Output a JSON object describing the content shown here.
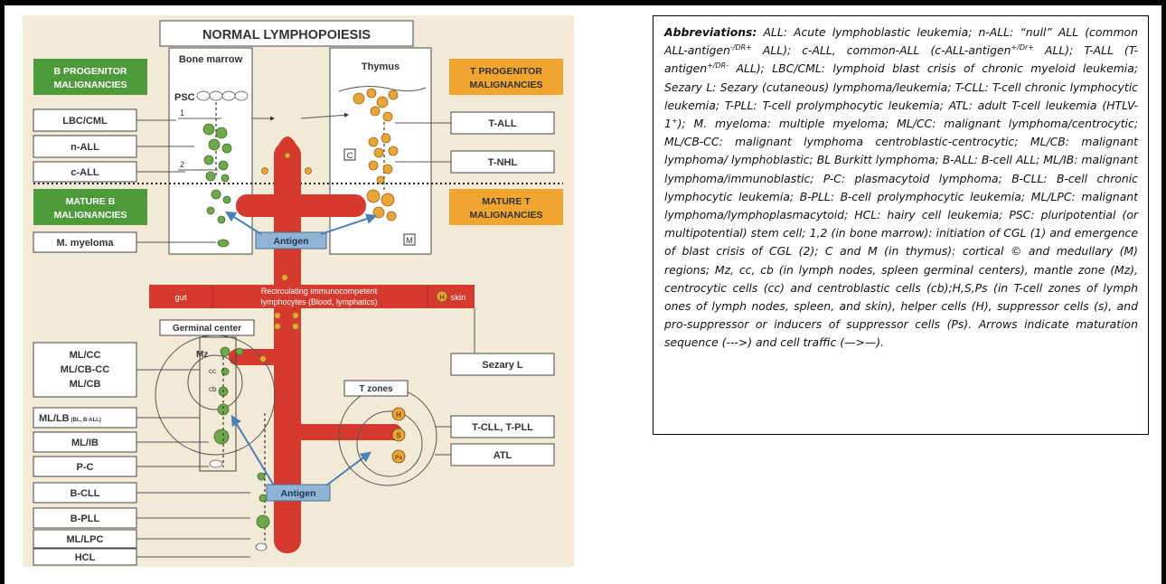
{
  "figure": {
    "title": "NORMAL LYMPHOPOIESIS",
    "bone_marrow_label": "Bone marrow",
    "thymus_label": "Thymus",
    "b_progenitor_label": "B PROGENITOR MALIGNANCIES",
    "t_progenitor_label": "T PROGENITOR MALIGNANCIES",
    "mature_b_label": "MATURE B MALIGNANCIES",
    "mature_t_label": "MATURE T MALIGNANCIES",
    "psc_label": "PSC",
    "marker_1": "1",
    "marker_2": "2",
    "marker_c": "C",
    "marker_m": "M",
    "antigen_top": "Antigen",
    "antigen_bottom": "Antigen",
    "gut_label": "gut",
    "skin_label": "skin",
    "recirc_line1": "Recirculating immunocompetent",
    "recirc_line2": "lymphocytes (Blood, lymphatics)",
    "germinal_center_label": "Germinal center",
    "t_zones_label": "T zones",
    "mz_label": "Mz",
    "cc_label": "cc",
    "cb_label": "cb",
    "h_label": "H",
    "s_label": "S",
    "ps_label": "Ps",
    "b_progenitor_items": [
      "LBC/CML",
      "n-ALL",
      "c-ALL"
    ],
    "mature_b_item": "M. myeloma",
    "germinal_items": [
      "ML/CC",
      "ML/CB-CC",
      "ML/CB"
    ],
    "mllb_main": "ML/LB",
    "mllb_sub": "(BL, B-ALL)",
    "lower_b_items": [
      "ML/IB",
      "P-C",
      "B-CLL",
      "B-PLL",
      "ML/LPC",
      "HCL"
    ],
    "t_progenitor_items": [
      "T-ALL",
      "T-NHL"
    ],
    "mature_t_items": [
      "Sezary L",
      "T-CLL, T-PLL",
      "ATL"
    ]
  },
  "abbreviations": {
    "lead": "Abbreviations:",
    "body_html": " ALL: Acute lymphoblastic leukemia; n-ALL: “null” ALL (common ALL-antigen<sup>-/DR+</sup> ALL); c-ALL, common-ALL (c-ALL-antigen<sup>+/Dr+</sup> ALL); T-ALL (T-antigen<sup>+/DR-</sup> ALL); LBC/CML: lymphoid blast crisis of chronic myeloid leukemia; Sezary L: Sezary (cutaneous) lymphoma/leukemia; T-CLL: T-cell chronic lymphocytic leukemia; T-PLL: T-cell prolymphocytic leukemia; ATL: adult T-cell leukemia (HTLV-1<sup>+</sup>); M. myeloma: multiple myeloma; ML/CC: malignant lymphoma/centrocytic; ML/CB-CC: malignant lymphoma centroblastic-centrocytic; ML/CB: malignant lymphoma/ lymphoblastic; BL Burkitt lymphoma; B-ALL: B-cell ALL; ML/IB: malignant lymphoma/immunoblastic; P-C: plasmacytoid lymphoma; B-CLL: B-cell chronic lymphocytic leukemia; B-PLL: B-cell prolymphocytic leukemia; ML/LPC: malignant lymphoma/lymphoplasmacytoid; HCL: hairy cell leukemia; PSC: pluripotential (or multipotential) stem cell; 1,2 (in bone marrow): initiation of CGL (1) and emergence of blast crisis of CGL (2); C and M (in thymus): cortical © and medullary (M) regions; Mz, cc, cb (in lymph nodes, spleen germinal centers), mantle zone (Mz), centrocytic cells (cc) and centroblastic cells (cb);H,S,Ps (in T-cell zones of lymph ones of lymph nodes, spleen, and skin), helper cells (H), suppressor cells (s), and pro-suppressor or inducers of suppressor cells (Ps). Arrows indicate maturation sequence (---&gt;) and cell traffic (—&gt;—)."
  },
  "colors": {
    "frame": "#000000",
    "figure_background": "#f2ead6",
    "vessel_red": "#d63a2e",
    "green_header": "#4c9a3a",
    "orange_header": "#f0a531",
    "antigen_blue": "#8fb4d6",
    "b_cell_green": "#6fa84a",
    "t_cell_orange": "#e7a53a"
  }
}
